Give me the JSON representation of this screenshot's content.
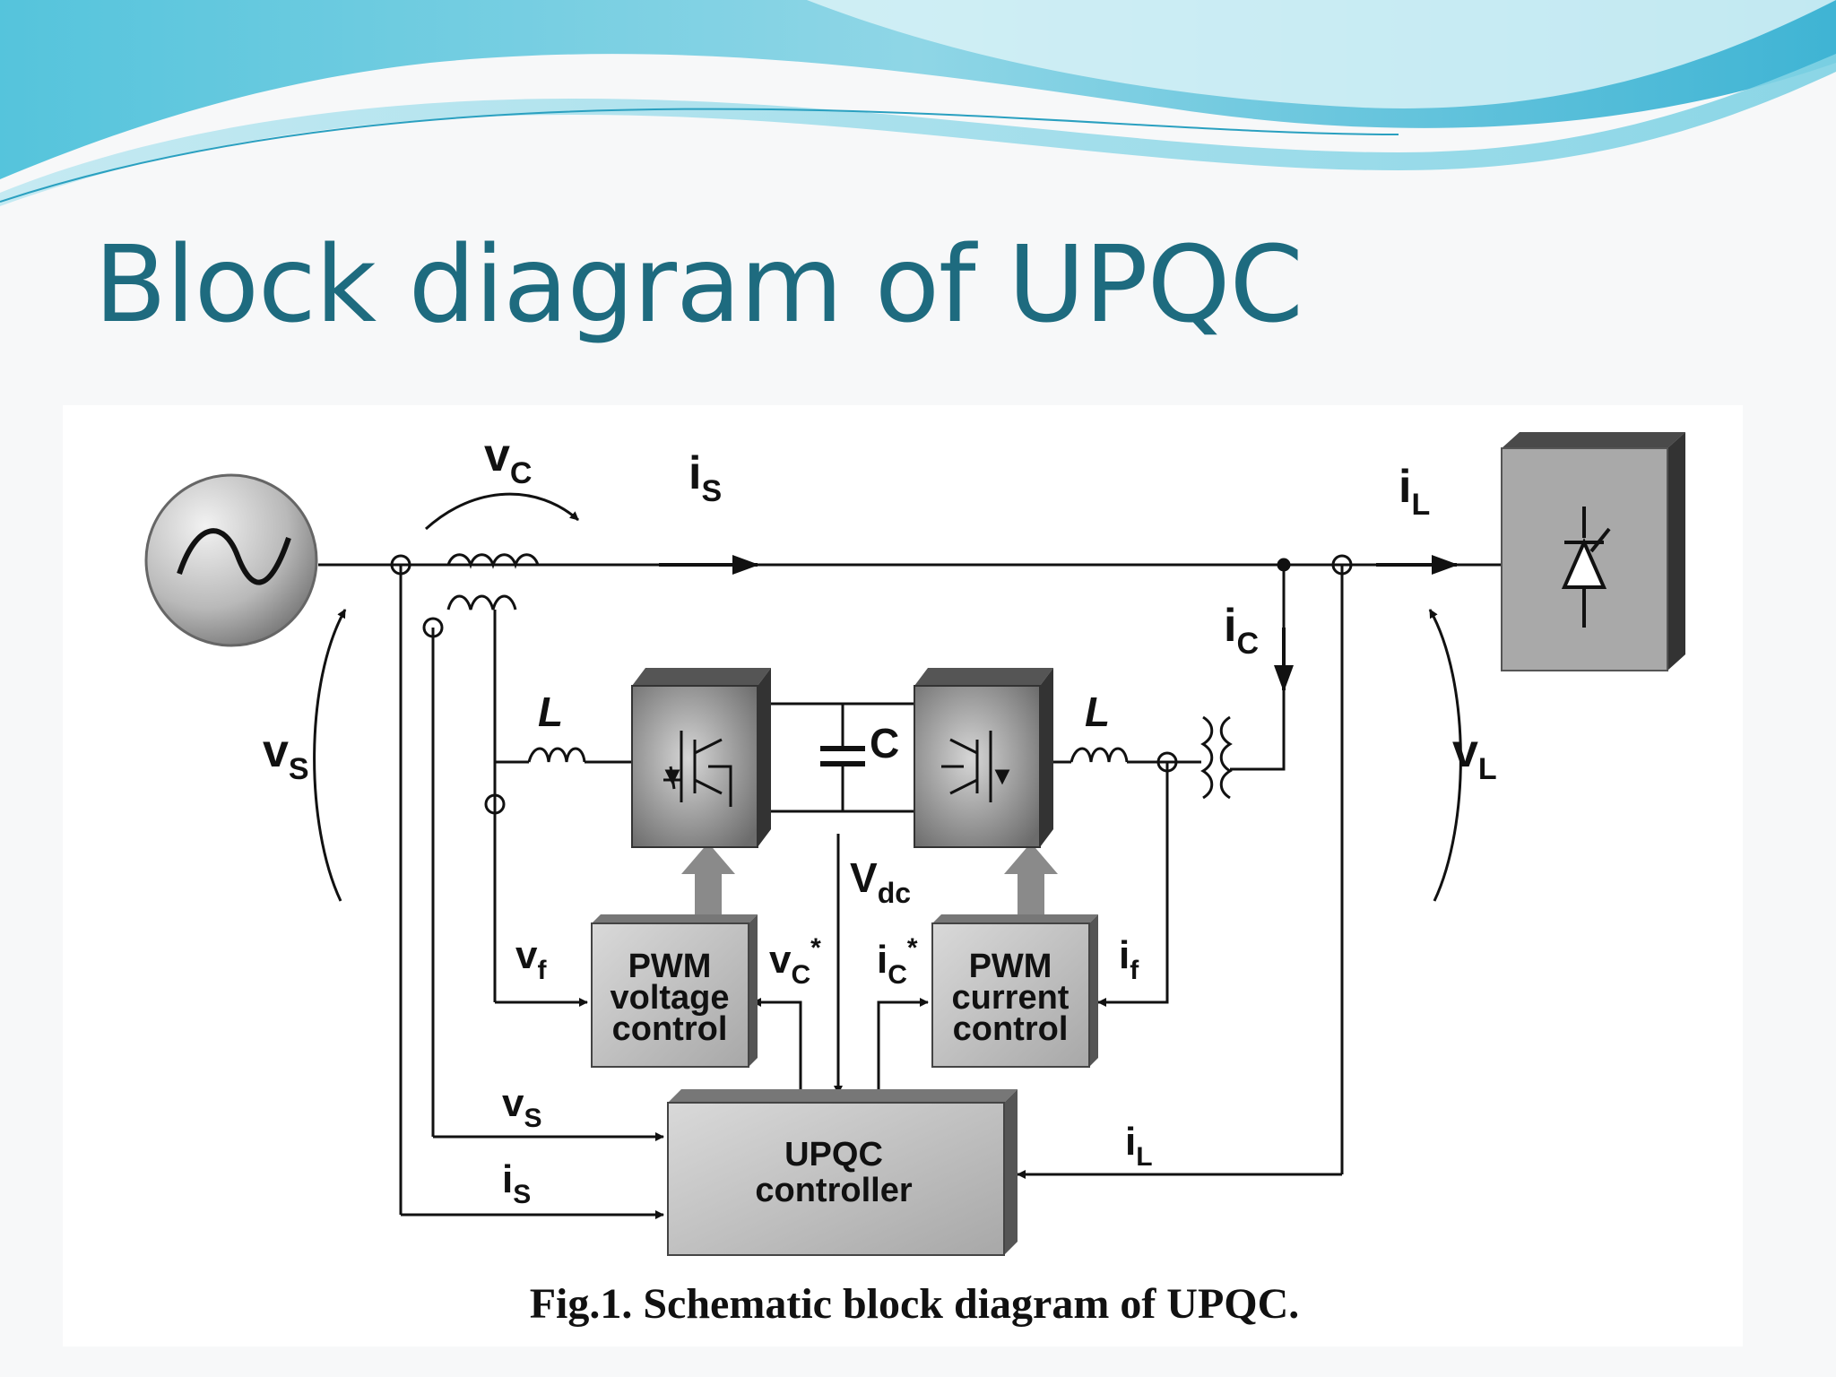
{
  "slide": {
    "title": "Block diagram of UPQC",
    "colors": {
      "title": "#1e6b7f",
      "wave": "#5fc8dc",
      "wave_light": "#a9e3ee"
    }
  },
  "diagram": {
    "caption": "Fig.1. Schematic block diagram of UPQC.",
    "labels": {
      "vc": "v",
      "vc_sub": "C",
      "is_top": "i",
      "is_top_sub": "S",
      "il_top": "i",
      "il_top_sub": "L",
      "ic": "i",
      "ic_sub": "C",
      "vs_left": "v",
      "vs_left_sub": "S",
      "vl_right": "v",
      "vl_right_sub": "L",
      "inductor_left": "L",
      "inductor_right": "L",
      "capacitor": "C",
      "vdc": "V",
      "vdc_sub": "dc",
      "vf": "v",
      "vf_sub": "f",
      "vc_star": "v",
      "vc_star_sub": "C",
      "star": "*",
      "ic_star": "i",
      "ic_star_sub": "C",
      "if": "i",
      "if_sub": "f",
      "vs_low": "v",
      "vs_low_sub": "S",
      "is_low": "i",
      "is_low_sub": "S",
      "il_low": "i",
      "il_low_sub": "L"
    },
    "blocks": {
      "pwm_voltage": [
        "PWM",
        "voltage",
        "control"
      ],
      "pwm_current": [
        "PWM",
        "current",
        "control"
      ],
      "controller": [
        "UPQC",
        "controller"
      ]
    },
    "icons": [
      "ac-source-icon",
      "thyristor-load-icon",
      "igbt-switch-icon",
      "transformer-icon"
    ]
  }
}
